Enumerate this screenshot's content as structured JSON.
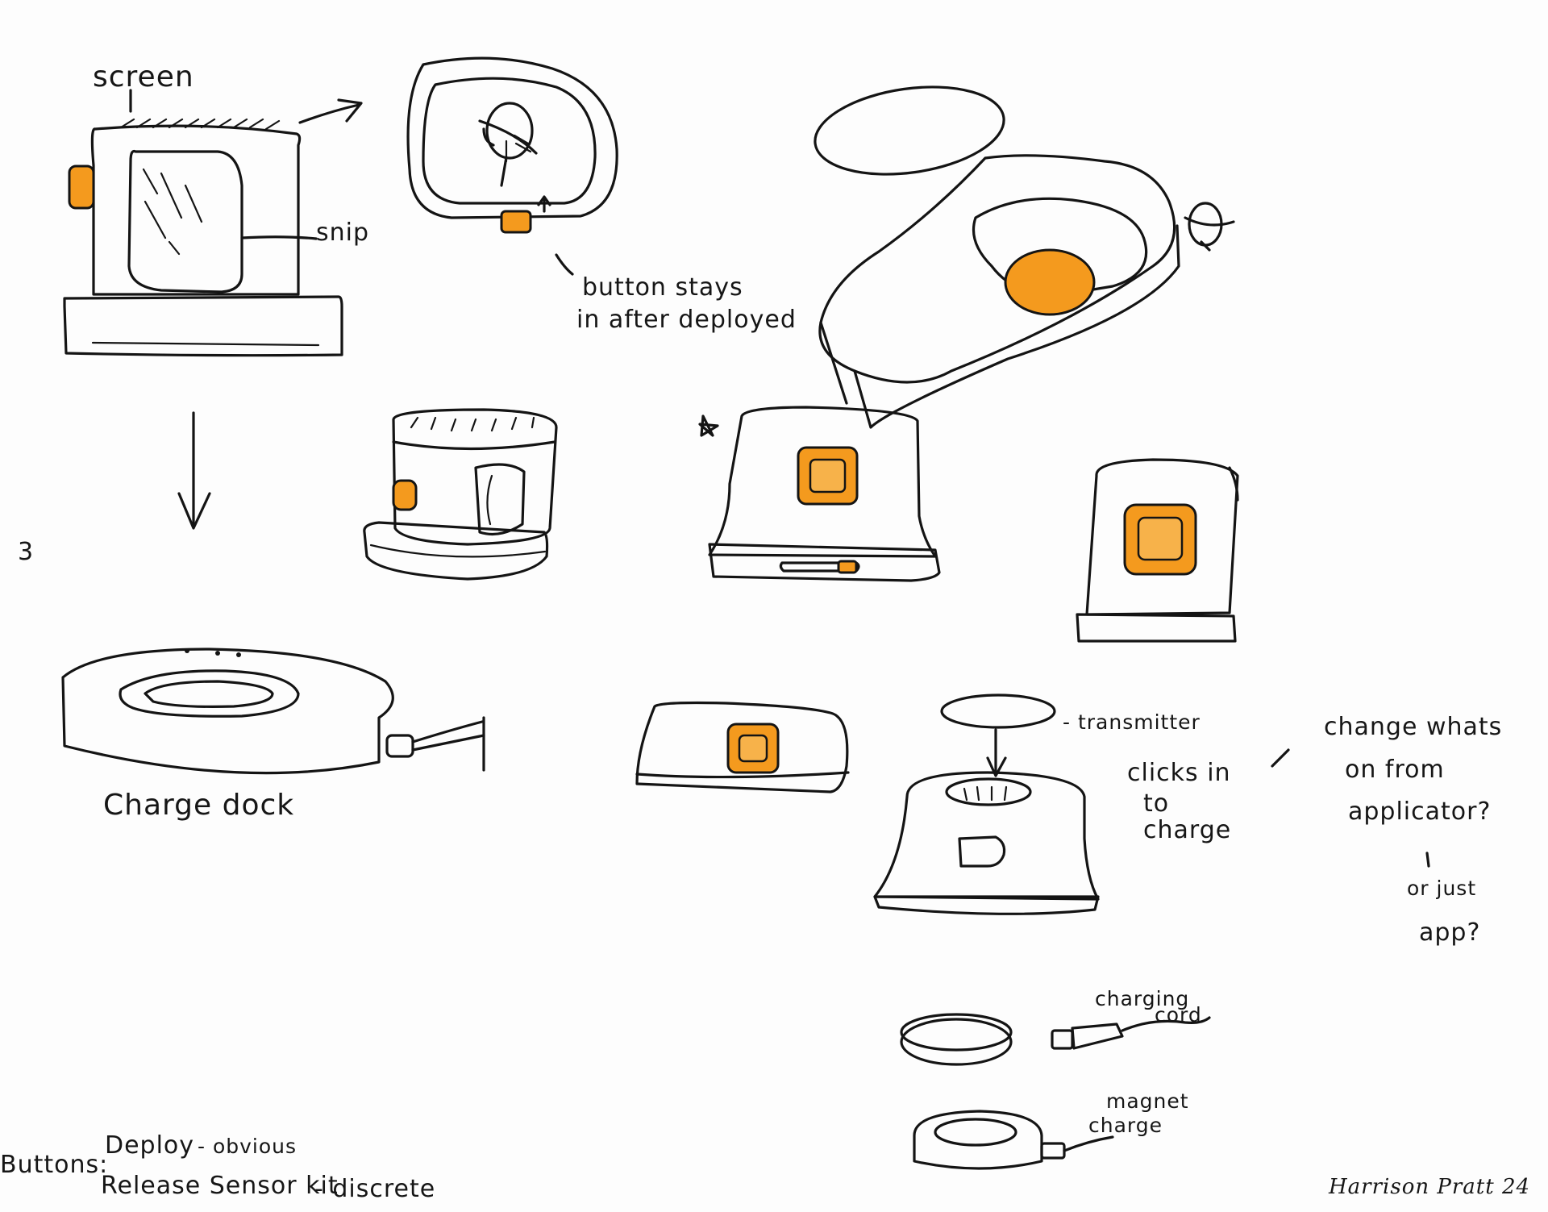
{
  "labels": {
    "screen": "screen",
    "snip": "snip",
    "button_stays_1": "button stays",
    "button_stays_2": "in after deployed",
    "charge_dock": "Charge dock",
    "transmitter": "- transmitter",
    "clicks_in_1": "clicks in",
    "clicks_in_2": "to",
    "clicks_in_3": "charge",
    "change_whats_1": "change whats",
    "change_whats_2": "on from",
    "change_whats_3": "applicator?",
    "or_just_1": "or just",
    "or_just_2": "app?",
    "charging_cord_1": "charging",
    "charging_cord_2": "cord",
    "magnet_charge_1": "magnet",
    "magnet_charge_2": "charge",
    "buttons_heading": "Buttons:",
    "deploy": "Deploy",
    "deploy_note": "- obvious",
    "release": "Release Sensor kit",
    "release_note": "- discrete",
    "page_number_mark": "3",
    "signature": "Harrison Pratt 24"
  },
  "colors": {
    "ink": "#141414",
    "accent_orange": "#f49a1e",
    "paper": "#fdfdfd"
  }
}
